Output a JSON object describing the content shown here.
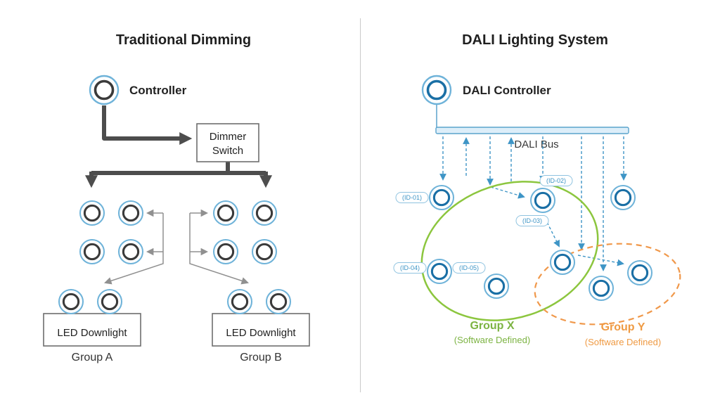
{
  "left": {
    "title": "Traditional Dimming",
    "controller_label": "Controller",
    "dimmer_switch": {
      "line1": "Dimmer",
      "line2": "Switch"
    },
    "group_a": {
      "box_label": "LED Downlight",
      "name": "Group A"
    },
    "group_b": {
      "box_label": "LED Downlight",
      "name": "Group B"
    }
  },
  "right": {
    "title": "DALI Lighting System",
    "controller_label": "DALI Controller",
    "bus_label": "DALI Bus",
    "ids": {
      "id1": "(ID-01)",
      "id2": "(ID-02)",
      "id3": "(ID-03)",
      "id4": "(ID-04)",
      "id5": "(ID-05)"
    },
    "group_x": {
      "name": "Group X",
      "sub": "(Software Defined)"
    },
    "group_y": {
      "name": "Group Y",
      "sub": "(Software Defined)"
    }
  },
  "colors": {
    "light_outer_ring": "#6fb3d9",
    "light_inner_dark": "#3a3a3a",
    "light_inner_blue": "#1a6fa5",
    "thick_arrow": "#4d4d4d",
    "thin_arrow": "#909090",
    "dali_dashed_blue": "#3e95c6",
    "bus_fill": "#ddeef9",
    "group_x_green": "#8cc63e",
    "group_y_orange": "#f0984a"
  }
}
